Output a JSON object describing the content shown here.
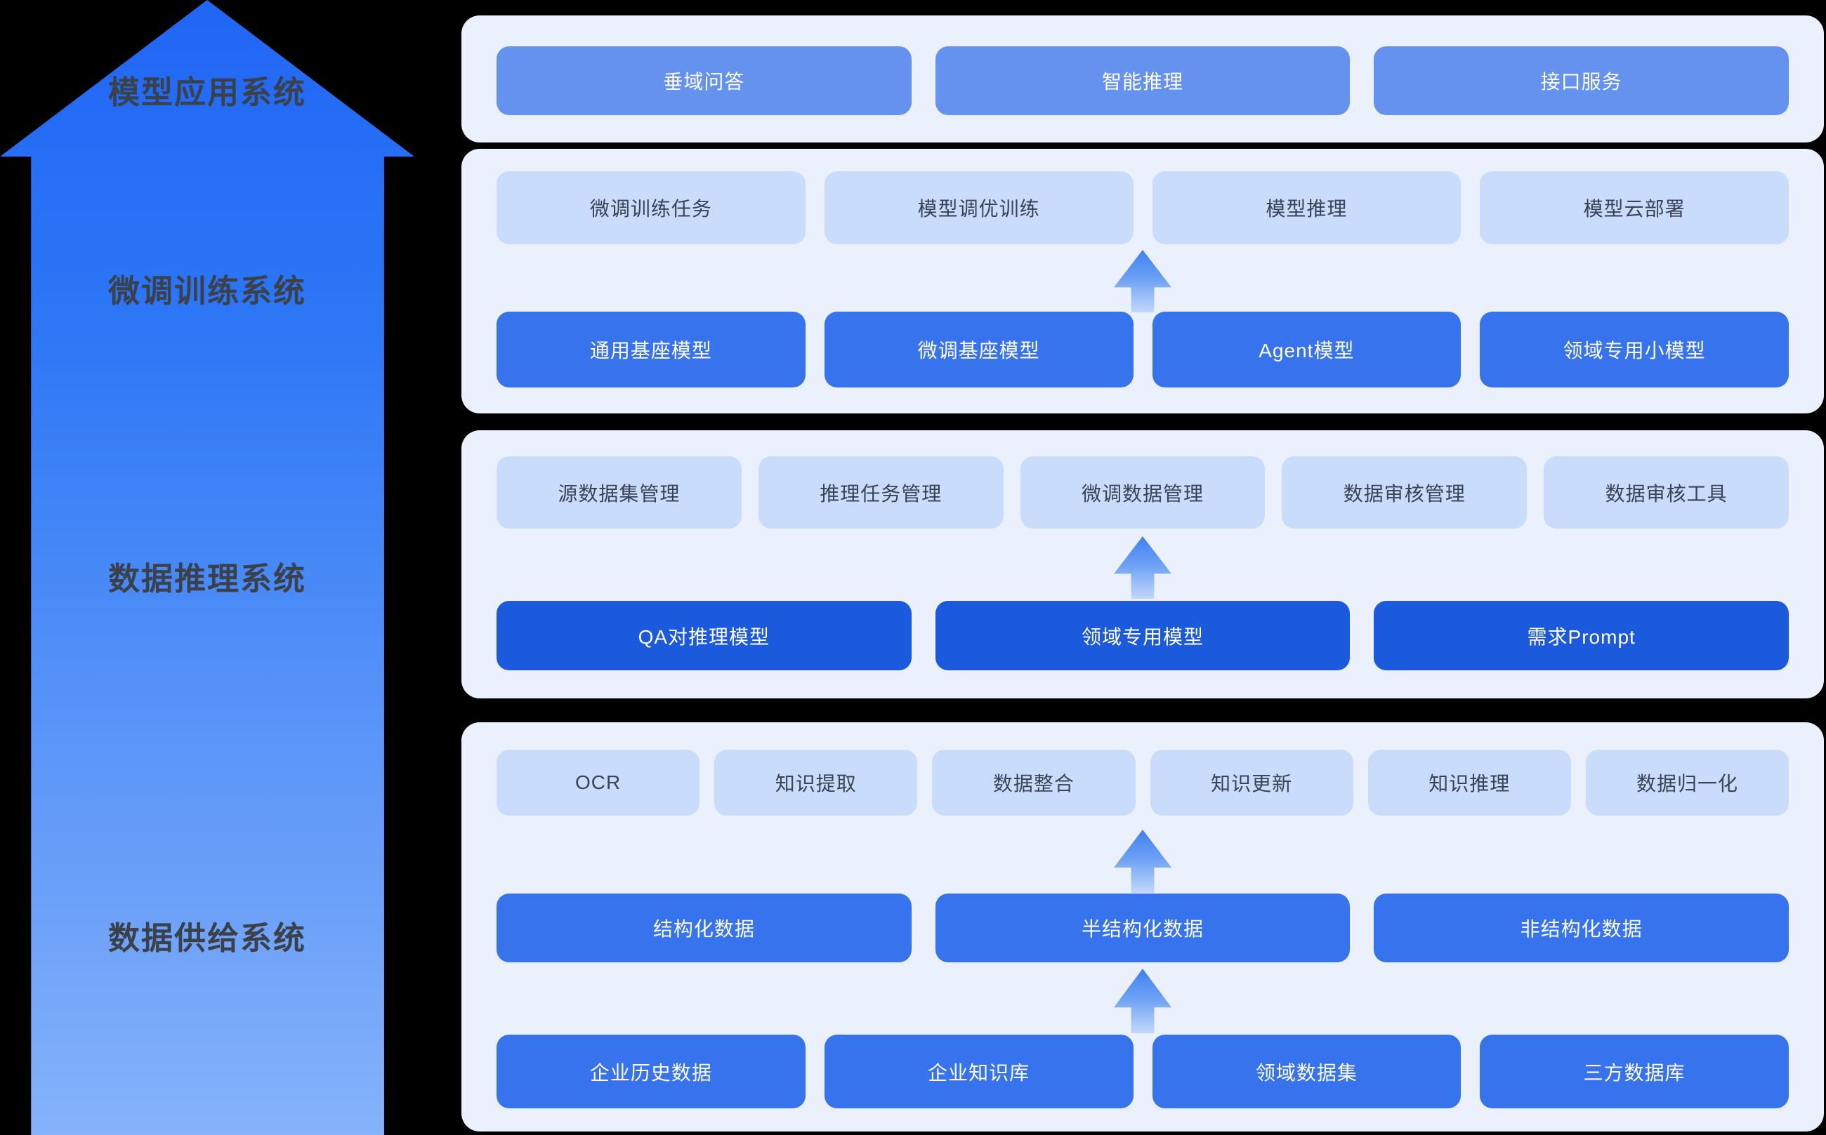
{
  "diagram_title": "",
  "arrow_layers": [
    {
      "label": "模型应用系统"
    },
    {
      "label": "微调训练系统"
    },
    {
      "label": "数据推理系统"
    },
    {
      "label": "数据供给系统"
    }
  ],
  "panels": [
    {
      "name": "model-application-panel",
      "rows": [
        {
          "style": "app",
          "items": [
            "垂域问答",
            "智能推理",
            "接口服务"
          ]
        }
      ]
    },
    {
      "name": "fine-tune-training-panel",
      "rows": [
        {
          "style": "light",
          "items": [
            "微调训练任务",
            "模型调优训练",
            "模型推理",
            "模型云部署"
          ]
        },
        {
          "style": "strong",
          "items": [
            "通用基座模型",
            "微调基座模型",
            "Agent模型",
            "领域专用小模型"
          ]
        }
      ]
    },
    {
      "name": "data-inference-panel",
      "rows": [
        {
          "style": "light",
          "items": [
            "源数据集管理",
            "推理任务管理",
            "微调数据管理",
            "数据审核管理",
            "数据审核工具"
          ]
        },
        {
          "style": "dark",
          "items": [
            "QA对推理模型",
            "领域专用模型",
            "需求Prompt"
          ]
        }
      ]
    },
    {
      "name": "data-supply-panel",
      "rows": [
        {
          "style": "light",
          "items": [
            "OCR",
            "知识提取",
            "数据整合",
            "知识更新",
            "知识推理",
            "数据归一化"
          ]
        },
        {
          "style": "strong",
          "items": [
            "结构化数据",
            "半结构化数据",
            "非结构化数据"
          ]
        },
        {
          "style": "strong",
          "items": [
            "企业历史数据",
            "企业知识库",
            "领域数据集",
            "三方数据库"
          ]
        }
      ]
    }
  ],
  "colors": {
    "background": "#000000",
    "panel_bg": "#eaf1fd",
    "light_box": "#c9dcfc",
    "app_box": "#6592ee",
    "strong_box": "#3673ec",
    "dark_box": "#1b59dd",
    "big_arrow_top": "#2470f8",
    "big_arrow_bottom": "#85b2fa",
    "label_text": "#3a4149",
    "light_box_text": "#3a4254",
    "box_text": "#ffffff"
  }
}
